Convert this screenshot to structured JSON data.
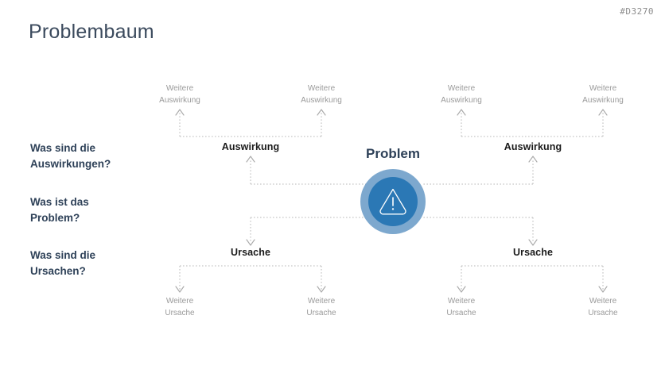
{
  "slide": {
    "code": "#D3270",
    "title": "Problembaum",
    "background": "#ffffff"
  },
  "colors": {
    "title": "#3b4a5d",
    "question_label": "#2e4158",
    "node_main": "#1a1a1a",
    "node_sub": "#9a9a9a",
    "connector": "#b8b8b8",
    "icon_ring": "#7da8ce",
    "icon_circle": "#2b78b5",
    "icon_glyph": "#ffffff",
    "code": "#8c8c8c"
  },
  "questions": [
    {
      "id": "effects",
      "text": "Was sind die\nAuswirkungen?"
    },
    {
      "id": "problem",
      "text": "Was ist das\nProblem?"
    },
    {
      "id": "causes",
      "text": "Was sind die\nUrsachen?"
    }
  ],
  "center": {
    "label": "Problem",
    "icon": "warning-triangle-icon"
  },
  "effects": {
    "left": {
      "label": "Auswirkung",
      "children": [
        {
          "text": "Weitere\nAuswirkung"
        },
        {
          "text": "Weitere\nAuswirkung"
        }
      ]
    },
    "right": {
      "label": "Auswirkung",
      "children": [
        {
          "text": "Weitere\nAuswirkung"
        },
        {
          "text": "Weitere\nAuswirkung"
        }
      ]
    }
  },
  "causes": {
    "left": {
      "label": "Ursache",
      "children": [
        {
          "text": "Weitere\nUrsache"
        },
        {
          "text": "Weitere\nUrsache"
        }
      ]
    },
    "right": {
      "label": "Ursache",
      "children": [
        {
          "text": "Weitere\nUrsache"
        },
        {
          "text": "Weitere\nUrsache"
        }
      ]
    }
  }
}
